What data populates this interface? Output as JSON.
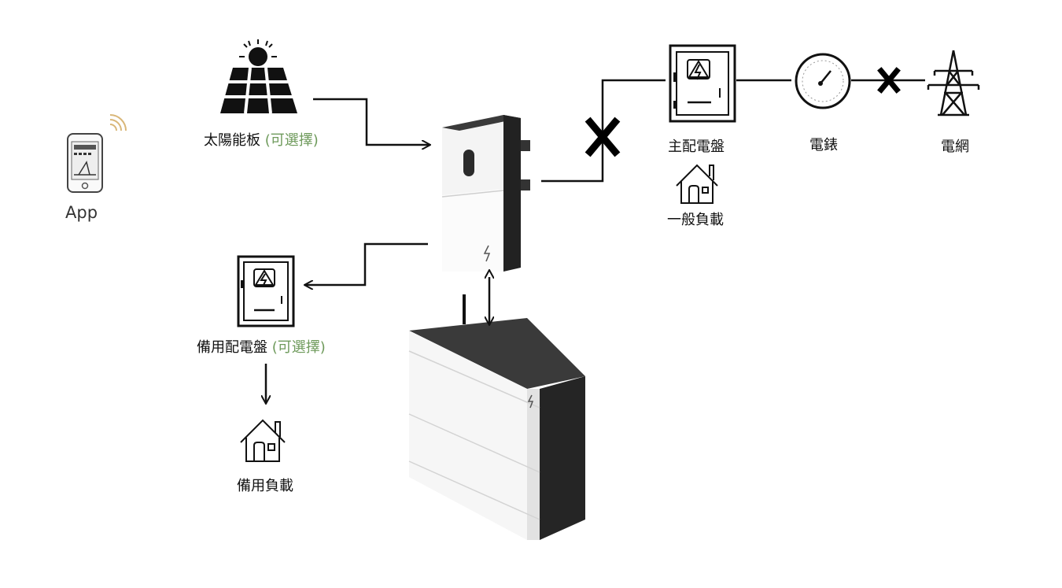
{
  "labels": {
    "app": "App",
    "solar": "太陽能板",
    "main_panel": "主配電盤",
    "meter": "電錶",
    "grid": "電網",
    "general_load": "一般負載",
    "backup_panel": "備用配電盤",
    "backup_load": "備用負載",
    "optional": "(可選擇)"
  },
  "colors": {
    "line": "#111111",
    "optional_text": "#6e9a5b",
    "device_dark": "#2a2a2a",
    "device_light": "#f2f2f2"
  },
  "icons": {
    "app": "smartphone-wifi-icon",
    "solar": "solar-panel-sun-icon",
    "inverter": "inverter-unit",
    "battery": "battery-unit",
    "main_panel": "electrical-panel-icon",
    "backup_panel": "electrical-panel-icon",
    "meter": "meter-gauge-icon",
    "grid": "power-tower-icon",
    "load": "house-icon",
    "disconnect": "x-mark-icon"
  }
}
